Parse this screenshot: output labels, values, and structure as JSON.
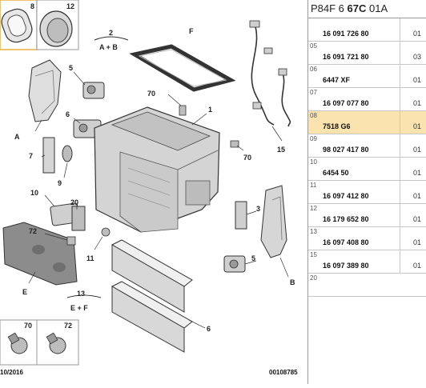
{
  "panel": {
    "reference_prefix": "P84F 6 ",
    "reference_bold": "67C",
    "reference_suffix": " 01A",
    "rows": [
      {
        "pos": "",
        "part": "16 091 726 80",
        "qty": "01"
      },
      {
        "pos": "05",
        "part": "16 091 721 80",
        "qty": "03"
      },
      {
        "pos": "06",
        "part": "6447 XF",
        "qty": "01"
      },
      {
        "pos": "07",
        "part": "16 097 077 80",
        "qty": "01"
      },
      {
        "pos": "08",
        "part": "7518 G6",
        "qty": "01"
      },
      {
        "pos": "09",
        "part": "98 027 417 80",
        "qty": "01"
      },
      {
        "pos": "10",
        "part": "6454 50",
        "qty": "01"
      },
      {
        "pos": "11",
        "part": "16 097 412 80",
        "qty": "01"
      },
      {
        "pos": "12",
        "part": "16 179 652 80",
        "qty": "01"
      },
      {
        "pos": "13",
        "part": "16 097 408 80",
        "qty": "01"
      },
      {
        "pos": "15",
        "part": "16 097 389 80",
        "qty": "01"
      },
      {
        "pos": "20",
        "part": "",
        "qty": ""
      }
    ]
  },
  "diagram": {
    "callouts": {
      "c8": "8",
      "c12": "12",
      "c2": "2",
      "c2sub": "A + B",
      "cF": "F",
      "c5a": "5",
      "c70a": "70",
      "c1": "1",
      "cA": "A",
      "c6a": "6",
      "c70b": "70",
      "c15": "15",
      "c7": "7",
      "c9": "9",
      "c10": "10",
      "c20": "20",
      "c72": "72",
      "c3": "3",
      "c11": "11",
      "cE": "E",
      "c5b": "5",
      "cB": "B",
      "c13": "13",
      "c13sub": "E + F",
      "c6b": "6",
      "c70c": "70",
      "c72b": "72"
    },
    "date": "10/2016",
    "doc_number": "00108785"
  }
}
